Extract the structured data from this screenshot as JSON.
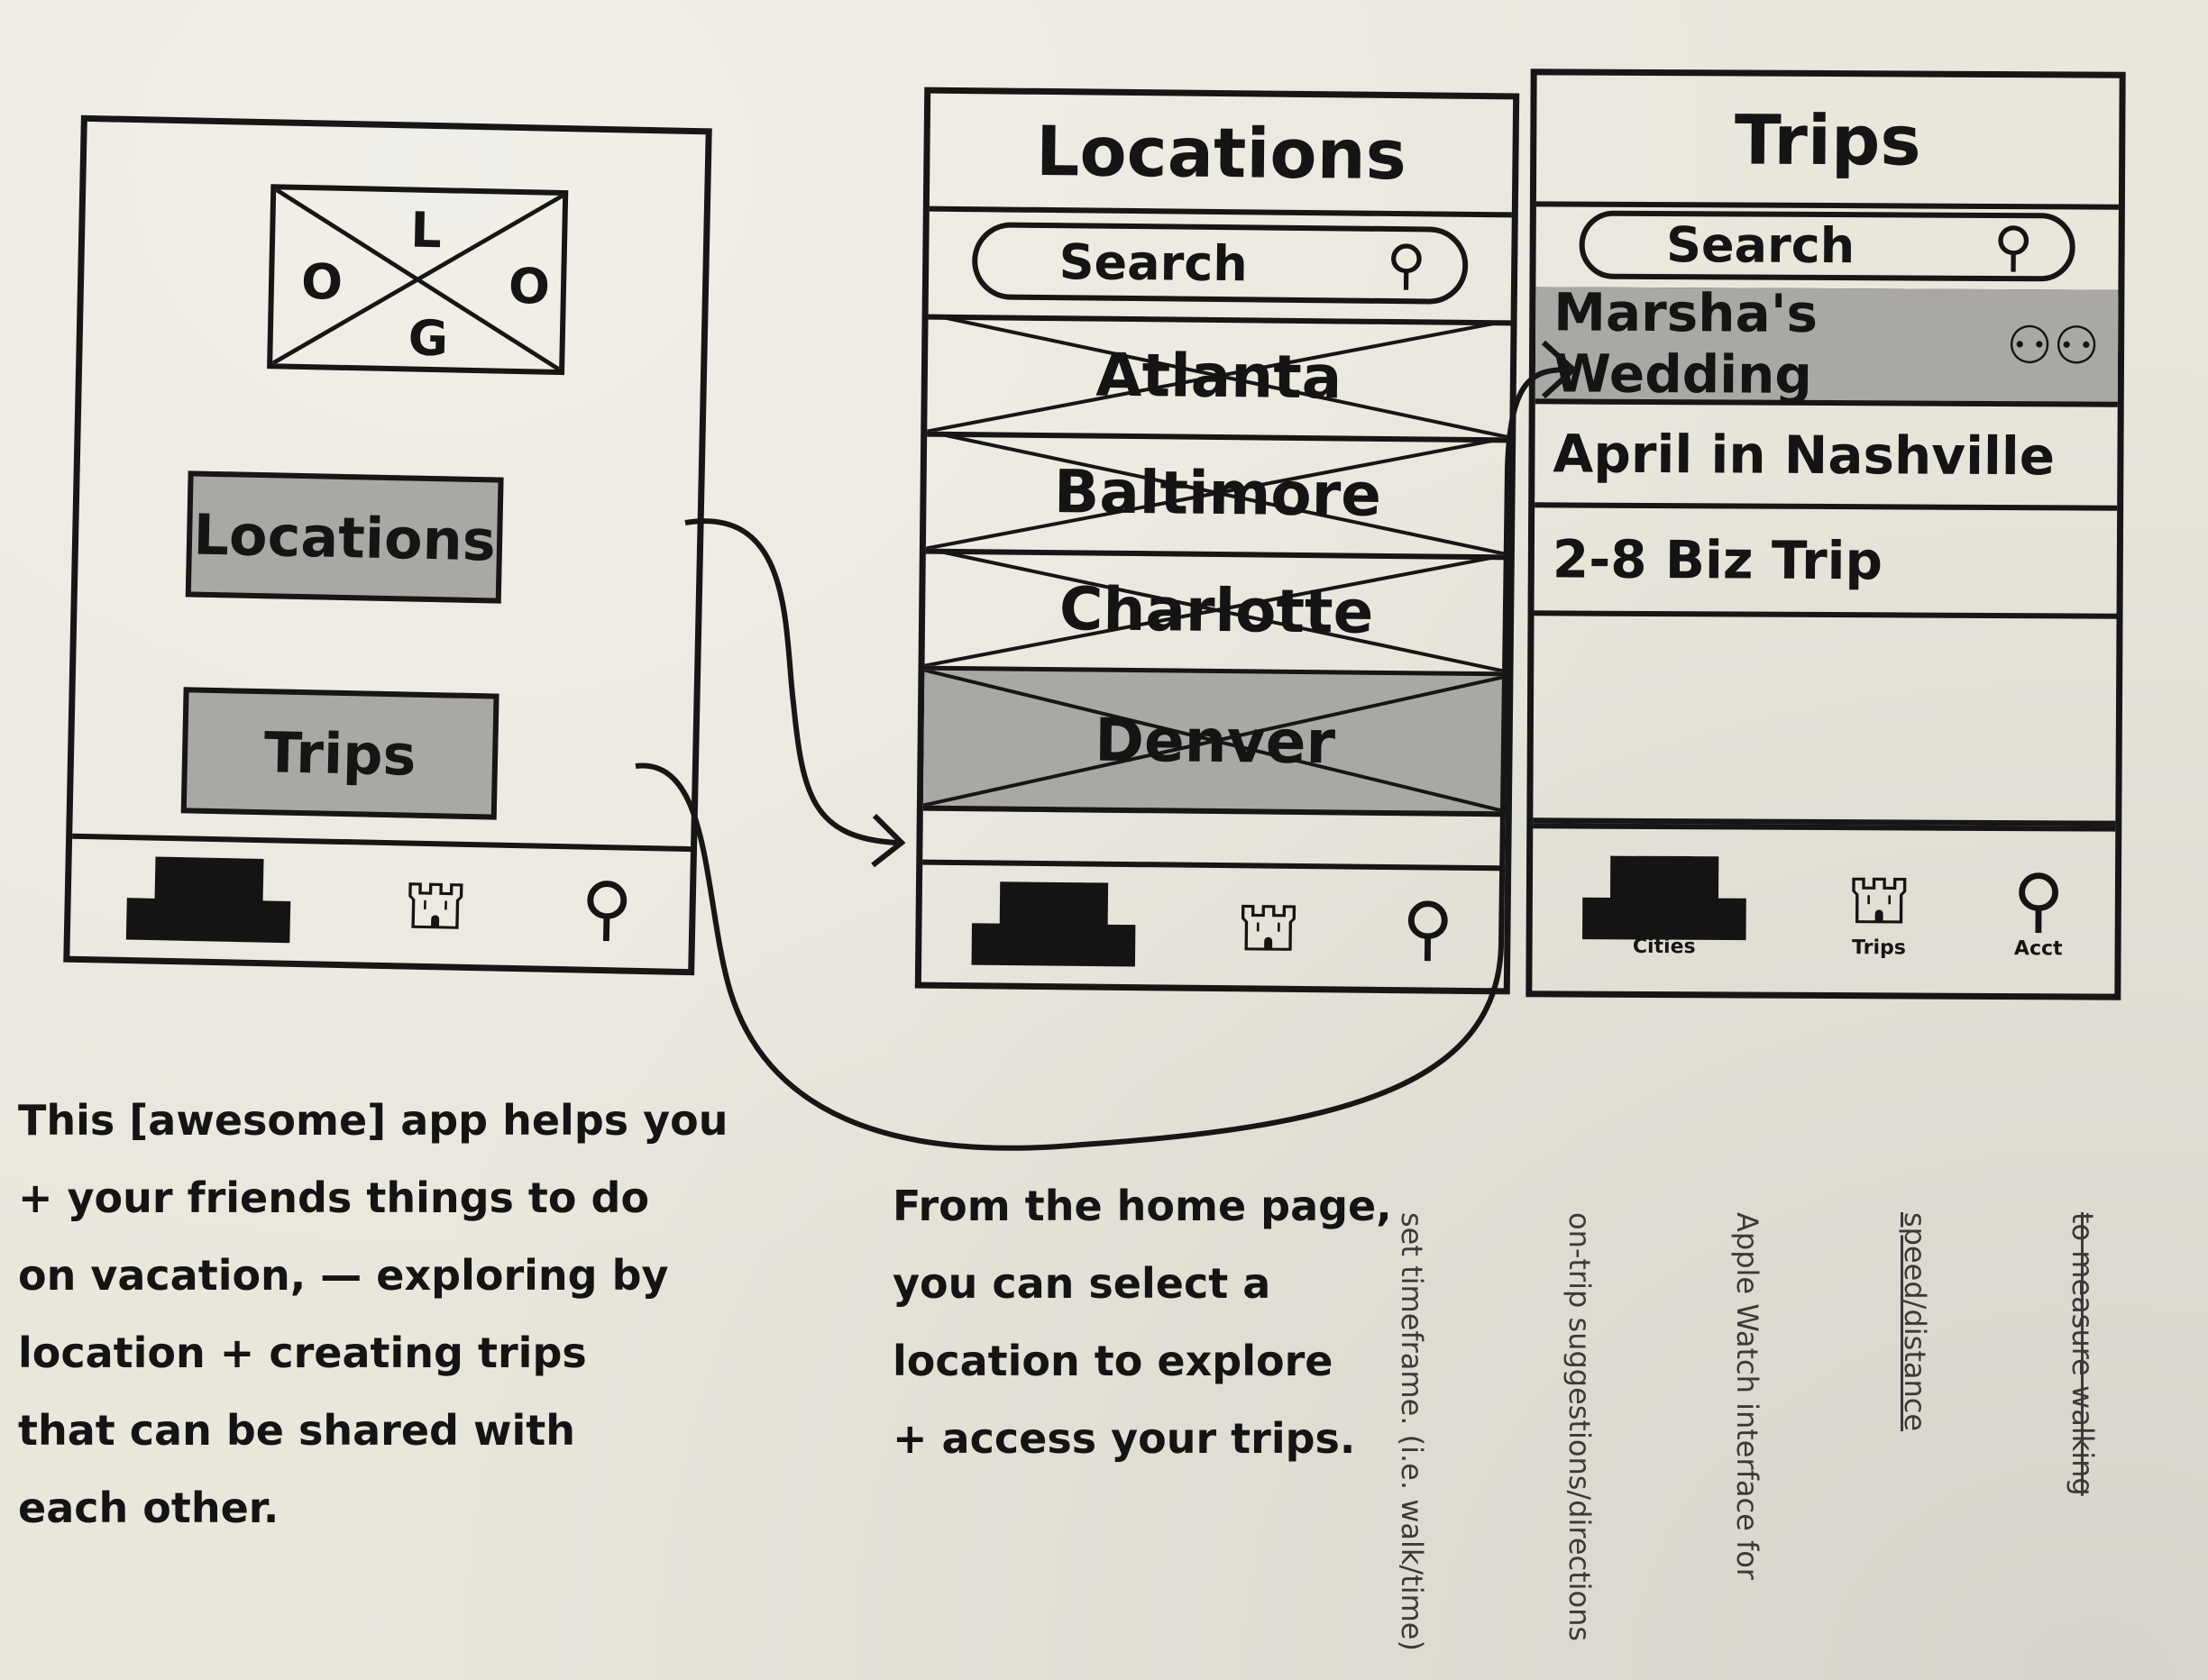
{
  "home": {
    "logo_letters": [
      "L",
      "O",
      "O",
      "G"
    ],
    "buttons": {
      "locations": "Locations",
      "trips": "Trips"
    }
  },
  "locations_screen": {
    "title": "Locations",
    "search_placeholder": "Search",
    "items": [
      "Atlanta",
      "Baltimore",
      "Charlotte",
      "Denver"
    ],
    "selected": "Denver"
  },
  "trips_screen": {
    "title": "Trips",
    "search_placeholder": "Search",
    "items": [
      "Marsha's Wedding",
      "April in Nashville",
      "2-8 Biz Trip"
    ],
    "selected": "Marsha's Wedding"
  },
  "tabbar": {
    "labels": [
      "Cities",
      "Trips",
      "Acct"
    ],
    "icons": [
      "city-icon",
      "luggage-icon",
      "person-icon"
    ]
  },
  "notes": {
    "app_description": "This [awesome] app helps you\n+ your friends things to do\non vacation, — exploring by\nlocation + creating trips\nthat can be shared with\neach other.",
    "home_page": "From the home page,\nyou can select a\nlocation to explore\n+ access your trips."
  },
  "side_notes": {
    "line1": "to measure walking",
    "line2": "speed/distance",
    "line3": "Apple Watch interface for",
    "line4": "on-trip suggestions/directions",
    "line5": "set timeframe. (i.e. walk/time)"
  },
  "colors": {
    "ink": "#161616",
    "marker": "#a9a8a5",
    "paper": "#e9e6dc"
  }
}
